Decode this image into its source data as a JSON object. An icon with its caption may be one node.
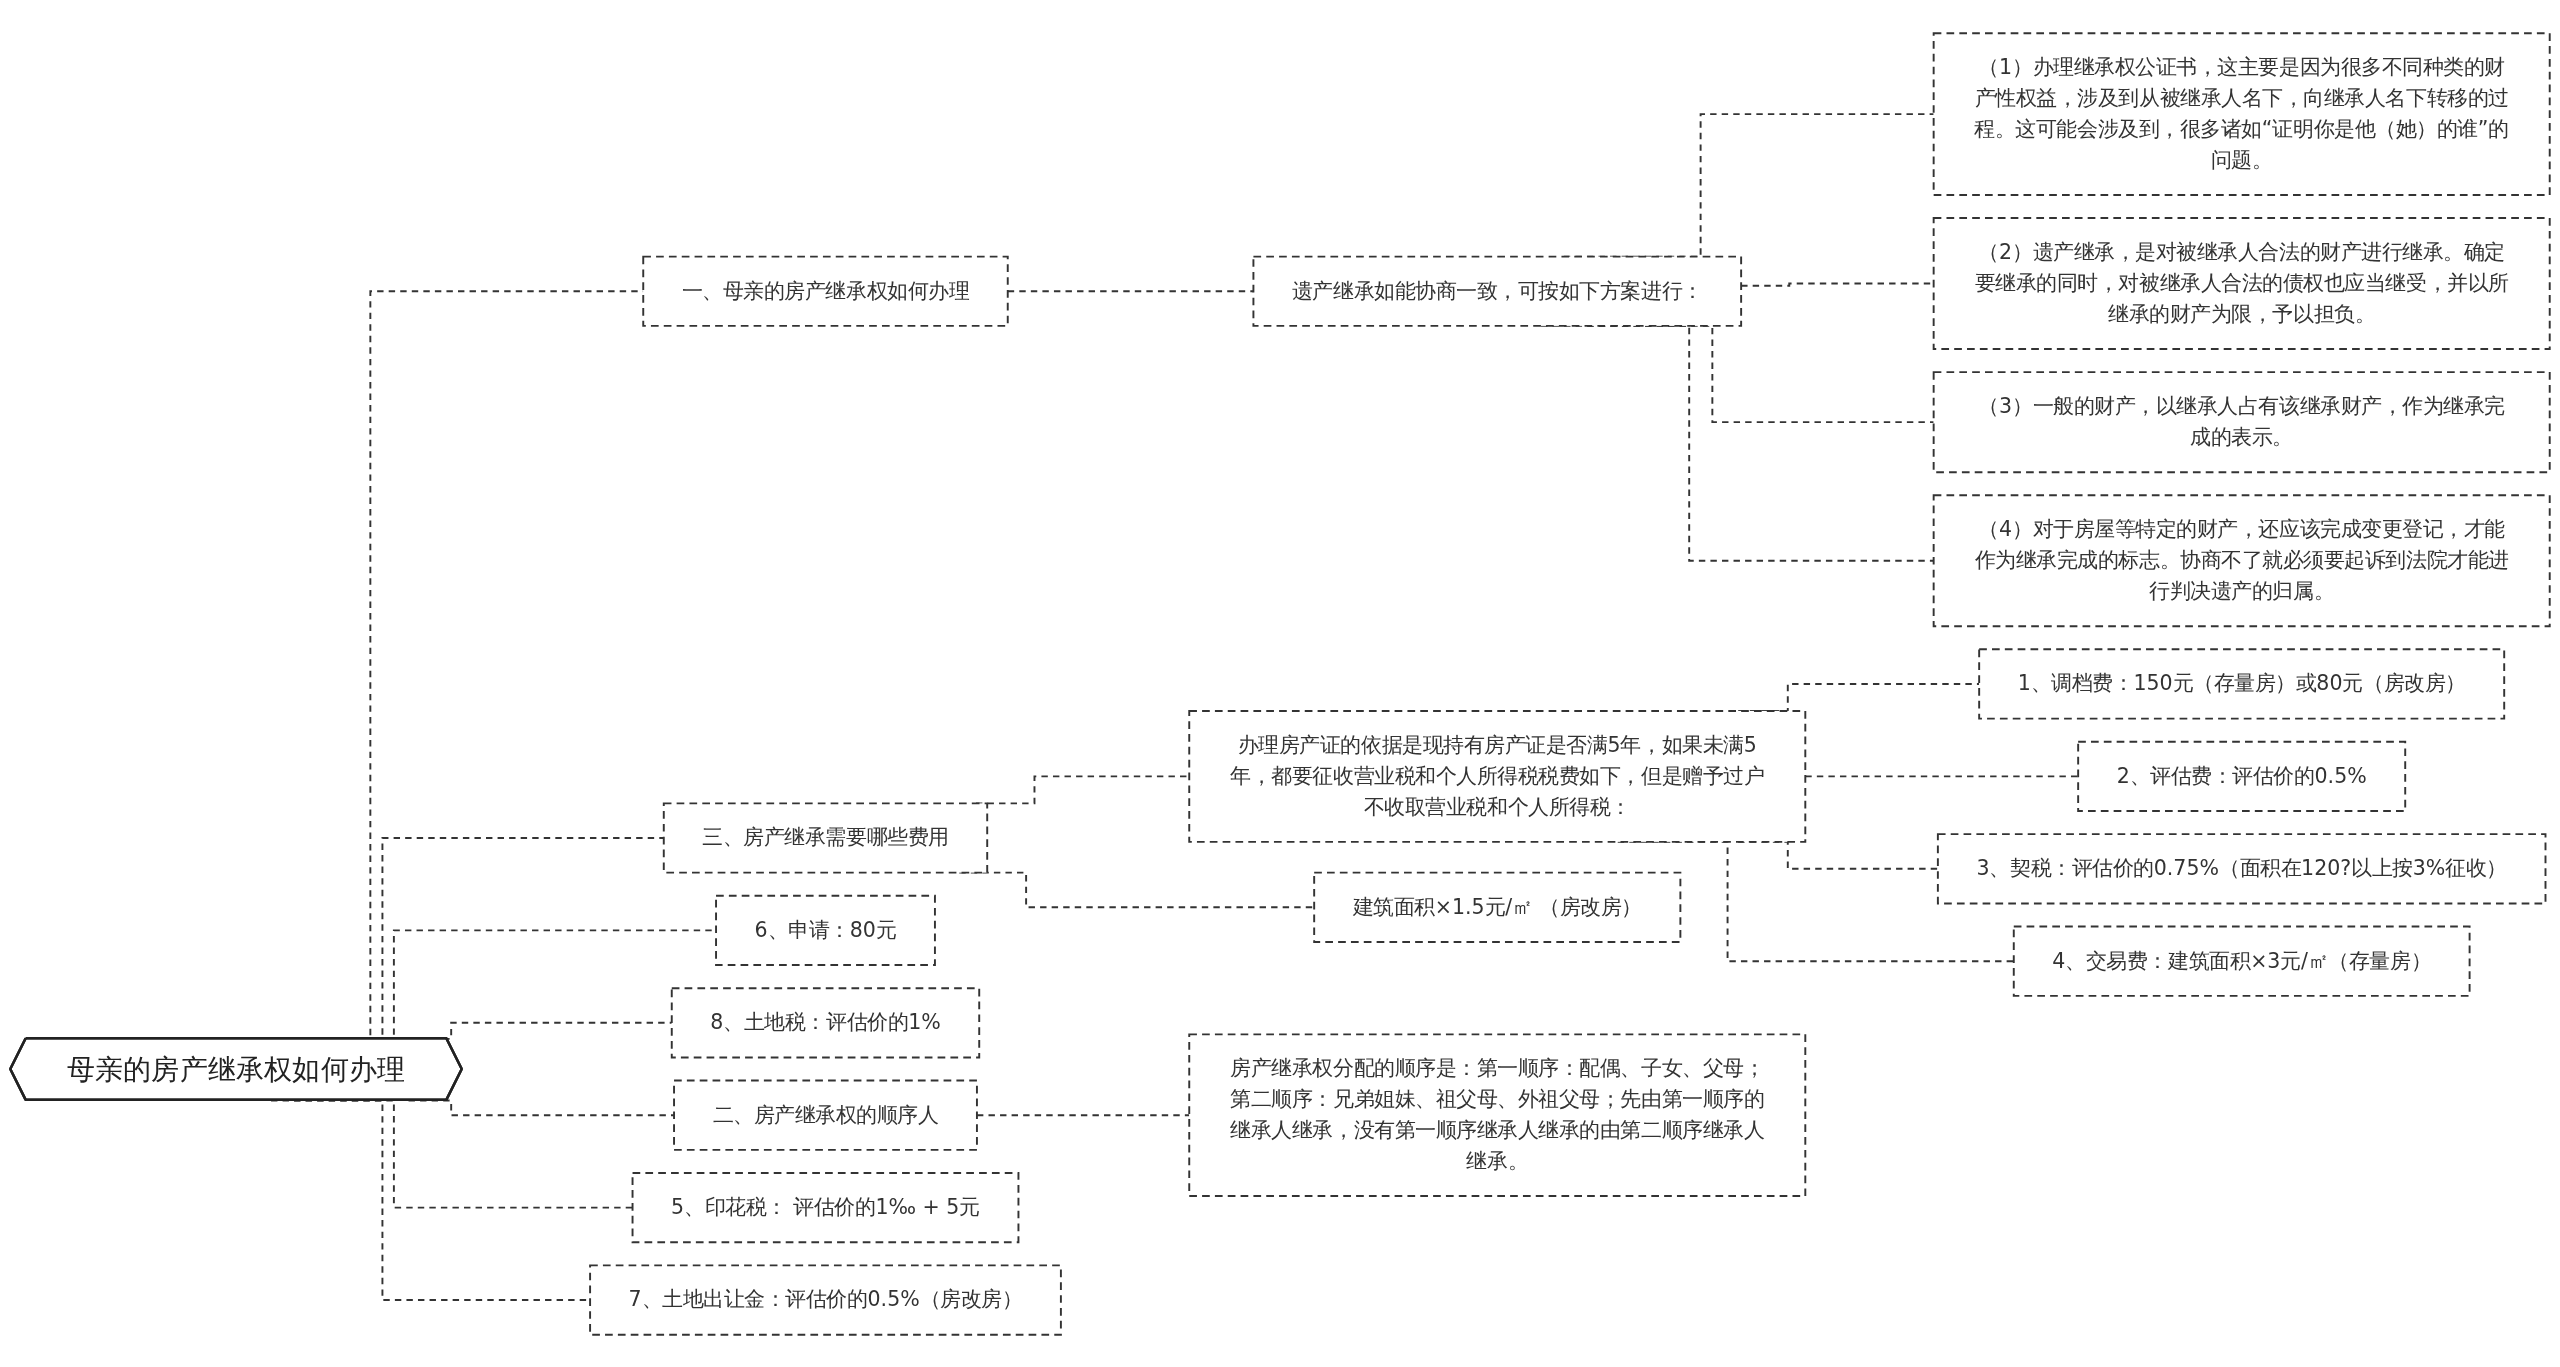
{
  "diagram": {
    "nodes": [
      {
        "text": [
          "母亲的房产继承权如何办理"
        ]
      },
      {
        "text": [
          "一、母亲的房产继承权如何办理"
        ]
      },
      {
        "text": [
          "遗产继承如能协商一致，可按如下方案进行："
        ]
      },
      {
        "text": [
          "（1）办理继承权公证书，这主要是因为很多不同种类的财产性权益，涉及到从被继承人名下，向继承人名下转移的过程。这可能会涉及到，很多诸如“证明你是他（她）的谁”的问题。"
        ]
      },
      {
        "text": [
          "（2）遗产继承，是对被继承人合法的财产进行继承。确定要继承的同时，对被继承人合法的债权也应当继受，并以所继承的财产为限，予以担负。"
        ]
      },
      {
        "text": [
          "（3）一般的财产，以继承人占有该继承财产，作为继承完成的表示。"
        ]
      },
      {
        "text": [
          "（4）对于房屋等特定的财产，还应该完成变更登记，才能作为继承完成的标志。协商不了就必须要起诉到法院才能进行判决遗产的归属。"
        ]
      },
      {
        "text": [
          "三、房产继承需要哪些费用"
        ]
      },
      {
        "text": [
          "办理房产证的依据是现持有房产证是否满5年，如果未满5年，都要征收营业税和个人所得税税费如下，但是赠予过户不收取营业税和个人所得税："
        ]
      },
      {
        "text": [
          "1、调档费：150元（存量房）或80元（房改房）"
        ]
      },
      {
        "text": [
          "2、评估费：评估价的0.5%"
        ]
      },
      {
        "text": [
          "3、契税：评估价的0.75%（面积在120?以上按3%征收）"
        ]
      },
      {
        "text": [
          "4、交易费：建筑面积×3元/㎡（存量房）"
        ]
      },
      {
        "text": [
          "建筑面积×1.5元/㎡ （房改房）"
        ]
      },
      {
        "text": [
          "6、申请：80元"
        ]
      },
      {
        "text": [
          "8、土地税：评估价的1%"
        ]
      },
      {
        "text": [
          "二、房产继承权的顺序人"
        ]
      },
      {
        "text": [
          "房产继承权分配的顺序是：第一顺序：配偶、子女、父母；第二顺序：兄弟姐妹、祖父母、外祖父母；先由第一顺序的继承人继承，没有第一顺序继承人继承的由第二顺序继承人继承。"
        ]
      },
      {
        "text": [
          "5、印花税： 评估价的1‰ + 5元"
        ]
      },
      {
        "text": [
          "7、土地出让金：评估价的0.5%（房改房）"
        ]
      }
    ],
    "edges": [
      {
        "from": 0,
        "to": 1,
        "arrow": "none"
      },
      {
        "from": 1,
        "to": 2,
        "arrow": "none"
      },
      {
        "from": 2,
        "to": 3,
        "arrow": "none"
      },
      {
        "from": 2,
        "to": 4,
        "arrow": "none"
      },
      {
        "from": 2,
        "to": 5,
        "arrow": "none"
      },
      {
        "from": 2,
        "to": 6,
        "arrow": "none"
      },
      {
        "from": 0,
        "to": 7,
        "arrow": "none"
      },
      {
        "from": 7,
        "to": 8,
        "arrow": "none"
      },
      {
        "from": 8,
        "to": 9,
        "arrow": "none"
      },
      {
        "from": 8,
        "to": 10,
        "arrow": "none"
      },
      {
        "from": 8,
        "to": 11,
        "arrow": "none"
      },
      {
        "from": 8,
        "to": 12,
        "arrow": "none"
      },
      {
        "from": 7,
        "to": 13,
        "arrow": "none"
      },
      {
        "from": 0,
        "to": 14,
        "arrow": "none"
      },
      {
        "from": 0,
        "to": 15,
        "arrow": "none"
      },
      {
        "from": 0,
        "to": 16,
        "arrow": "none"
      },
      {
        "from": 16,
        "to": 17,
        "arrow": "none"
      },
      {
        "from": 0,
        "to": 18,
        "arrow": "none"
      },
      {
        "from": 0,
        "to": 19,
        "arrow": "none"
      }
    ]
  }
}
